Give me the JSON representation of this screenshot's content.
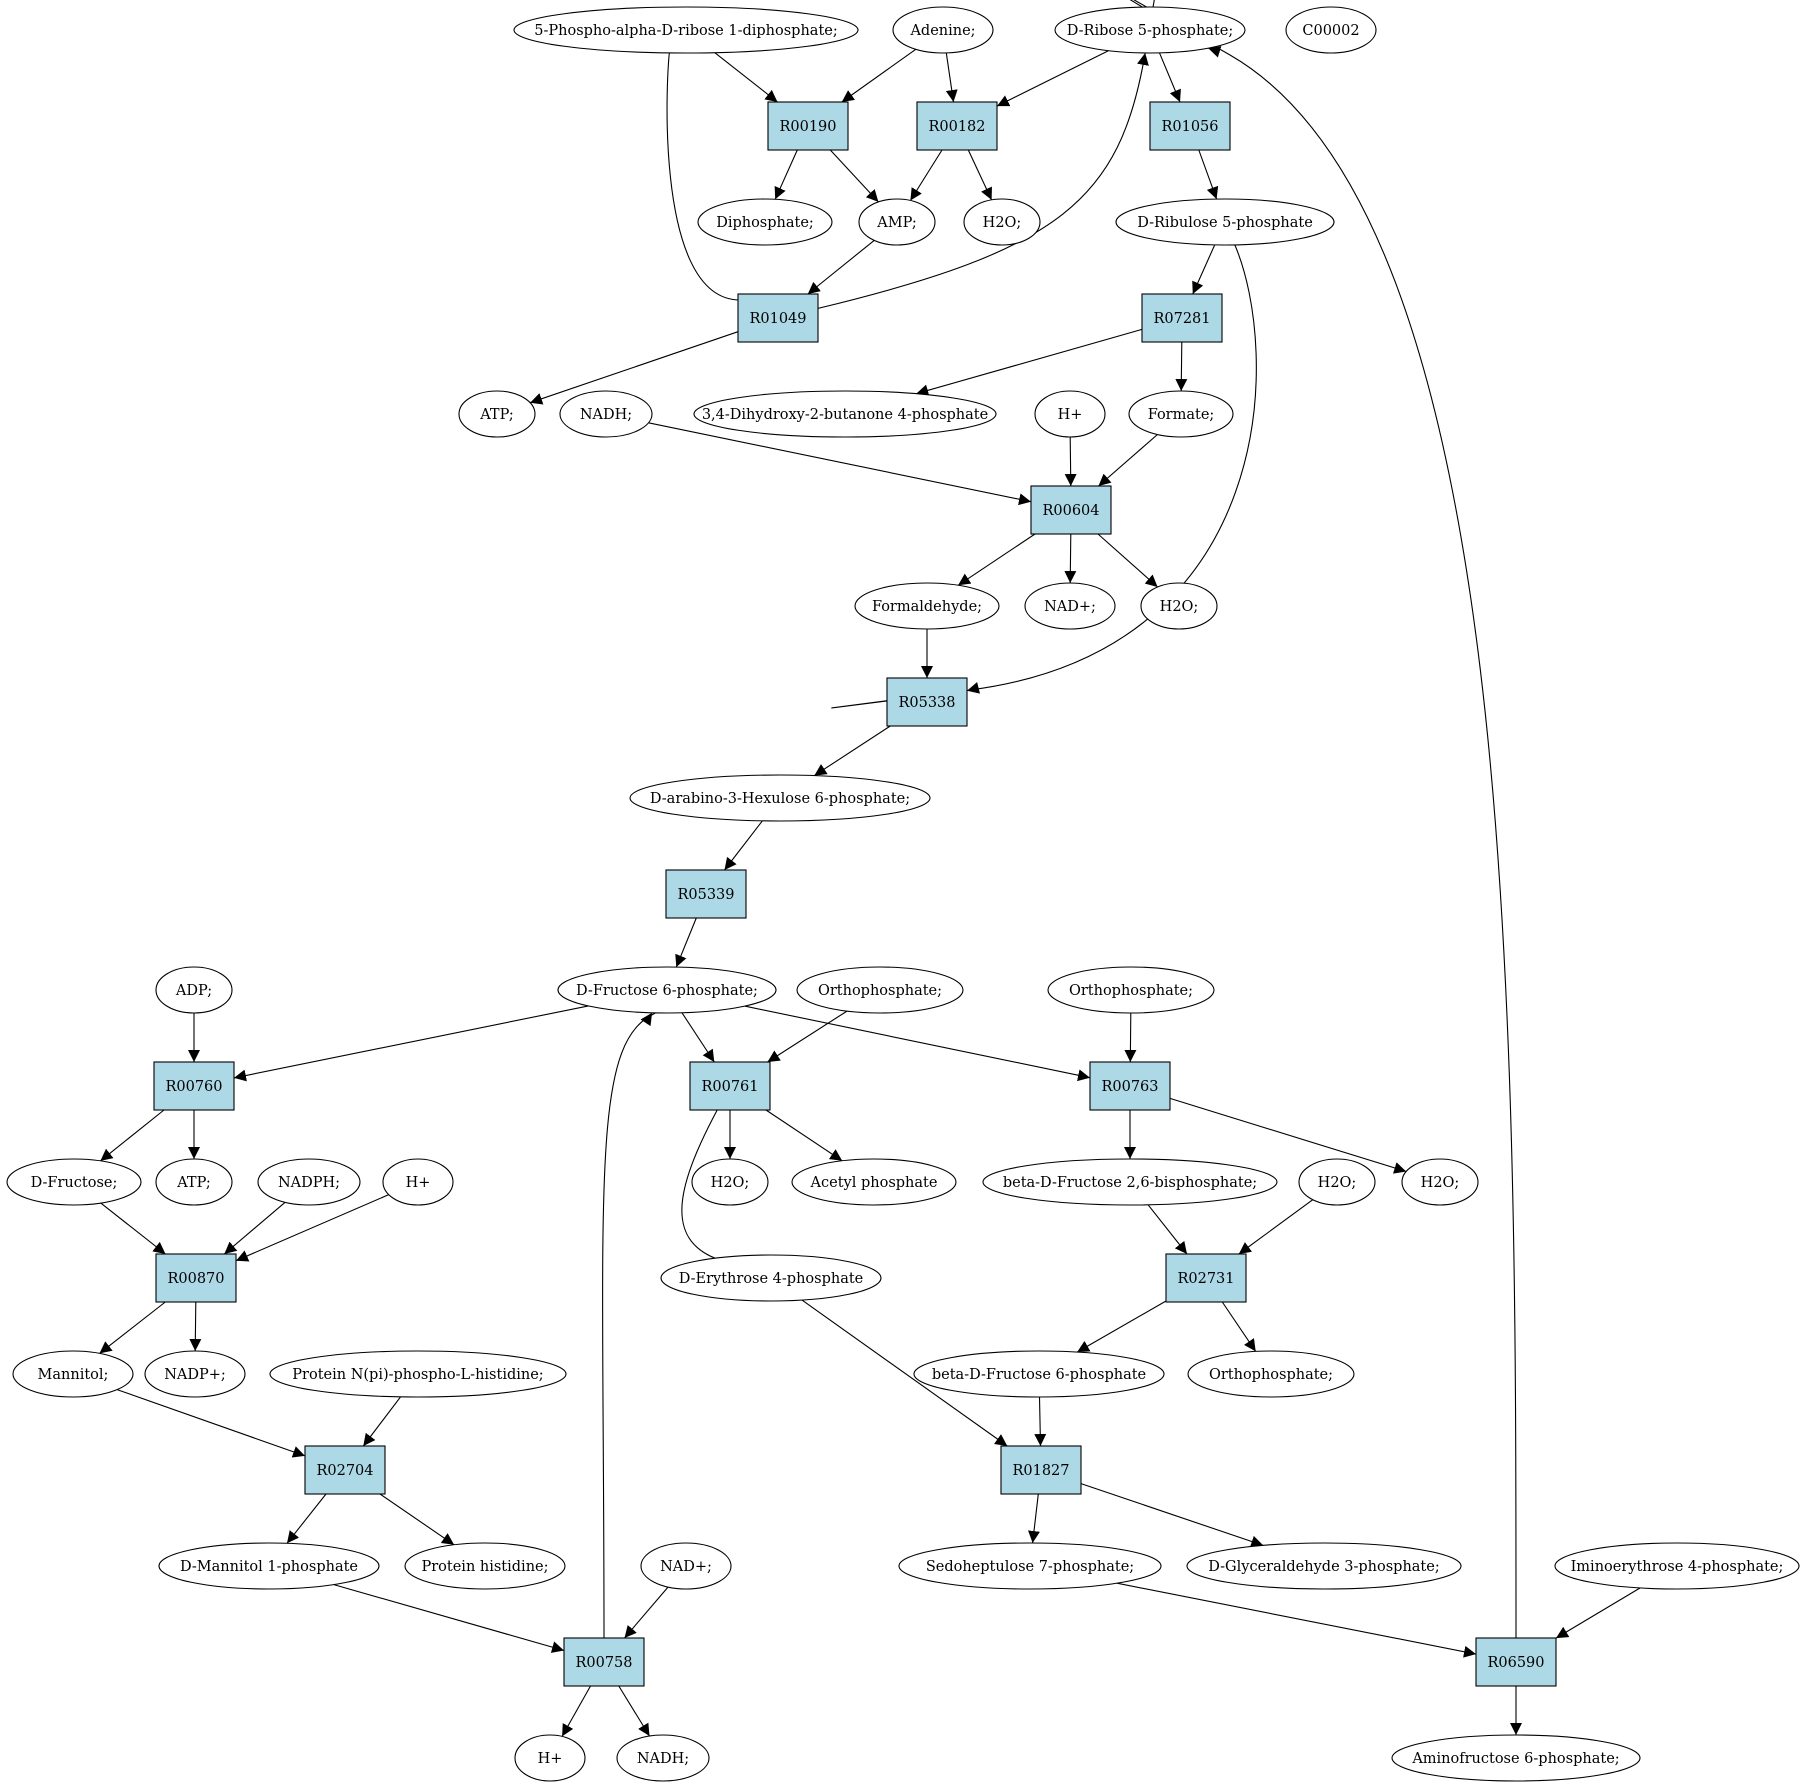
{
  "colors": {
    "compound_fill": "#ffffff",
    "reaction_fill": "#add8e6",
    "highlight_green": "#00ee00",
    "highlight_yellow": "#ffff00",
    "stroke": "#000000"
  },
  "nodes": [
    {
      "id": "prpp",
      "label": "5-Phospho-alpha-D-ribose 1-diphosphate;",
      "kind": "compound"
    },
    {
      "id": "adenine",
      "label": "Adenine;",
      "kind": "compound"
    },
    {
      "id": "r5p",
      "label": "D-Ribose 5-phosphate;",
      "kind": "compound",
      "highlight": "green"
    },
    {
      "id": "c00002",
      "label": "C00002",
      "kind": "compound",
      "highlight": "yellow"
    },
    {
      "id": "R00190",
      "label": "R00190",
      "kind": "reaction"
    },
    {
      "id": "R00182",
      "label": "R00182",
      "kind": "reaction"
    },
    {
      "id": "R01056",
      "label": "R01056",
      "kind": "reaction"
    },
    {
      "id": "diphosphate",
      "label": "Diphosphate;",
      "kind": "compound"
    },
    {
      "id": "amp",
      "label": "AMP;",
      "kind": "compound"
    },
    {
      "id": "h2o_1",
      "label": "H2O;",
      "kind": "compound"
    },
    {
      "id": "ru5p",
      "label": "D-Ribulose 5-phosphate",
      "kind": "compound"
    },
    {
      "id": "R01049",
      "label": "R01049",
      "kind": "reaction"
    },
    {
      "id": "R07281",
      "label": "R07281",
      "kind": "reaction"
    },
    {
      "id": "atp_1",
      "label": "ATP;",
      "kind": "compound"
    },
    {
      "id": "nadh_1",
      "label": "NADH;",
      "kind": "compound"
    },
    {
      "id": "dhbp",
      "label": "3,4-Dihydroxy-2-butanone 4-phosphate",
      "kind": "compound"
    },
    {
      "id": "hplus_1",
      "label": "H+",
      "kind": "compound"
    },
    {
      "id": "formate",
      "label": "Formate;",
      "kind": "compound"
    },
    {
      "id": "R00604",
      "label": "R00604",
      "kind": "reaction"
    },
    {
      "id": "formaldehyde",
      "label": "Formaldehyde;",
      "kind": "compound"
    },
    {
      "id": "nadplus_1",
      "label": "NAD+;",
      "kind": "compound"
    },
    {
      "id": "h2o_2",
      "label": "H2O;",
      "kind": "compound"
    },
    {
      "id": "R05338",
      "label": "R05338",
      "kind": "reaction"
    },
    {
      "id": "hu6p",
      "label": "D-arabino-3-Hexulose 6-phosphate;",
      "kind": "compound"
    },
    {
      "id": "R05339",
      "label": "R05339",
      "kind": "reaction"
    },
    {
      "id": "adp",
      "label": "ADP;",
      "kind": "compound"
    },
    {
      "id": "f6p",
      "label": "D-Fructose 6-phosphate;",
      "kind": "compound"
    },
    {
      "id": "pi_1",
      "label": "Orthophosphate;",
      "kind": "compound"
    },
    {
      "id": "pi_2",
      "label": "Orthophosphate;",
      "kind": "compound"
    },
    {
      "id": "R00760",
      "label": "R00760",
      "kind": "reaction"
    },
    {
      "id": "R00761",
      "label": "R00761",
      "kind": "reaction"
    },
    {
      "id": "R00763",
      "label": "R00763",
      "kind": "reaction"
    },
    {
      "id": "fructose",
      "label": "D-Fructose;",
      "kind": "compound"
    },
    {
      "id": "atp_2",
      "label": "ATP;",
      "kind": "compound"
    },
    {
      "id": "nadph",
      "label": "NADPH;",
      "kind": "compound"
    },
    {
      "id": "hplus_2",
      "label": "H+",
      "kind": "compound"
    },
    {
      "id": "h2o_3",
      "label": "H2O;",
      "kind": "compound"
    },
    {
      "id": "acetylp",
      "label": "Acetyl phosphate",
      "kind": "compound"
    },
    {
      "id": "f26bp",
      "label": "beta-D-Fructose 2,6-bisphosphate;",
      "kind": "compound"
    },
    {
      "id": "h2o_4",
      "label": "H2O;",
      "kind": "compound"
    },
    {
      "id": "h2o_5",
      "label": "H2O;",
      "kind": "compound"
    },
    {
      "id": "R00870",
      "label": "R00870",
      "kind": "reaction"
    },
    {
      "id": "e4p",
      "label": "D-Erythrose 4-phosphate",
      "kind": "compound"
    },
    {
      "id": "R02731",
      "label": "R02731",
      "kind": "reaction"
    },
    {
      "id": "mannitol",
      "label": "Mannitol;",
      "kind": "compound"
    },
    {
      "id": "nadpplus",
      "label": "NADP+;",
      "kind": "compound"
    },
    {
      "id": "protphis",
      "label": "Protein N(pi)-phospho-L-histidine;",
      "kind": "compound"
    },
    {
      "id": "bf6p",
      "label": "beta-D-Fructose 6-phosphate",
      "kind": "compound"
    },
    {
      "id": "pi_3",
      "label": "Orthophosphate;",
      "kind": "compound"
    },
    {
      "id": "R02704",
      "label": "R02704",
      "kind": "reaction"
    },
    {
      "id": "R01827",
      "label": "R01827",
      "kind": "reaction"
    },
    {
      "id": "m1p",
      "label": "D-Mannitol 1-phosphate",
      "kind": "compound"
    },
    {
      "id": "prothis",
      "label": "Protein histidine;",
      "kind": "compound"
    },
    {
      "id": "nadplus_2",
      "label": "NAD+;",
      "kind": "compound"
    },
    {
      "id": "s7p",
      "label": "Sedoheptulose 7-phosphate;",
      "kind": "compound"
    },
    {
      "id": "g3p",
      "label": "D-Glyceraldehyde 3-phosphate;",
      "kind": "compound"
    },
    {
      "id": "ie4p",
      "label": "Iminoerythrose 4-phosphate;",
      "kind": "compound"
    },
    {
      "id": "R00758",
      "label": "R00758",
      "kind": "reaction"
    },
    {
      "id": "R06590",
      "label": "R06590",
      "kind": "reaction"
    },
    {
      "id": "hplus_3",
      "label": "H+",
      "kind": "compound"
    },
    {
      "id": "nadh_2",
      "label": "NADH;",
      "kind": "compound"
    },
    {
      "id": "af6p",
      "label": "Aminofructose 6-phosphate;",
      "kind": "compound"
    }
  ],
  "edges": [
    {
      "from": "prpp",
      "to": "R00190"
    },
    {
      "from": "adenine",
      "to": "R00190"
    },
    {
      "from": "adenine",
      "to": "R00182"
    },
    {
      "from": "r5p",
      "to": "R00182"
    },
    {
      "from": "r5p",
      "to": "R01056"
    },
    {
      "from": "R00190",
      "to": "diphosphate"
    },
    {
      "from": "R00190",
      "to": "amp"
    },
    {
      "from": "R00182",
      "to": "amp"
    },
    {
      "from": "R00182",
      "to": "h2o_1"
    },
    {
      "from": "R01056",
      "to": "ru5p"
    },
    {
      "from": "prpp",
      "to": "R01049"
    },
    {
      "from": "amp",
      "to": "R01049"
    },
    {
      "from": "R01049",
      "to": "r5p"
    },
    {
      "from": "R01049",
      "to": "atp_1"
    },
    {
      "from": "ru5p",
      "to": "R07281"
    },
    {
      "from": "R07281",
      "to": "dhbp"
    },
    {
      "from": "R07281",
      "to": "formate"
    },
    {
      "from": "ru5p",
      "to": "R05338"
    },
    {
      "from": "nadh_1",
      "to": "R00604"
    },
    {
      "from": "hplus_1",
      "to": "R00604"
    },
    {
      "from": "formate",
      "to": "R00604"
    },
    {
      "from": "R00604",
      "to": "formaldehyde"
    },
    {
      "from": "R00604",
      "to": "nadplus_1"
    },
    {
      "from": "R00604",
      "to": "h2o_2"
    },
    {
      "from": "formaldehyde",
      "to": "R05338"
    },
    {
      "from": "R05338",
      "to": "hu6p"
    },
    {
      "from": "hu6p",
      "to": "R05339"
    },
    {
      "from": "R05339",
      "to": "f6p"
    },
    {
      "from": "adp",
      "to": "R00760"
    },
    {
      "from": "f6p",
      "to": "R00760"
    },
    {
      "from": "f6p",
      "to": "R00761"
    },
    {
      "from": "pi_1",
      "to": "R00761"
    },
    {
      "from": "f6p",
      "to": "R00763"
    },
    {
      "from": "pi_2",
      "to": "R00763"
    },
    {
      "from": "R00760",
      "to": "fructose"
    },
    {
      "from": "R00760",
      "to": "atp_2"
    },
    {
      "from": "R00761",
      "to": "h2o_3"
    },
    {
      "from": "R00761",
      "to": "acetylp"
    },
    {
      "from": "R00761",
      "to": "e4p"
    },
    {
      "from": "R00763",
      "to": "f26bp"
    },
    {
      "from": "R00763",
      "to": "h2o_5"
    },
    {
      "from": "fructose",
      "to": "R00870"
    },
    {
      "from": "nadph",
      "to": "R00870"
    },
    {
      "from": "hplus_2",
      "to": "R00870"
    },
    {
      "from": "f26bp",
      "to": "R02731"
    },
    {
      "from": "h2o_4",
      "to": "R02731"
    },
    {
      "from": "R00870",
      "to": "mannitol"
    },
    {
      "from": "R00870",
      "to": "nadpplus"
    },
    {
      "from": "R02731",
      "to": "bf6p"
    },
    {
      "from": "R02731",
      "to": "pi_3"
    },
    {
      "from": "mannitol",
      "to": "R02704"
    },
    {
      "from": "protphis",
      "to": "R02704"
    },
    {
      "from": "e4p",
      "to": "R01827"
    },
    {
      "from": "bf6p",
      "to": "R01827"
    },
    {
      "from": "R02704",
      "to": "m1p"
    },
    {
      "from": "R02704",
      "to": "prothis"
    },
    {
      "from": "R01827",
      "to": "s7p"
    },
    {
      "from": "R01827",
      "to": "g3p"
    },
    {
      "from": "m1p",
      "to": "R00758"
    },
    {
      "from": "nadplus_2",
      "to": "R00758"
    },
    {
      "from": "R00758",
      "to": "f6p"
    },
    {
      "from": "R00758",
      "to": "hplus_3"
    },
    {
      "from": "R00758",
      "to": "nadh_2"
    },
    {
      "from": "s7p",
      "to": "R06590"
    },
    {
      "from": "ie4p",
      "to": "R06590"
    },
    {
      "from": "R06590",
      "to": "af6p"
    },
    {
      "from": "R06590",
      "to": "r5p"
    }
  ]
}
